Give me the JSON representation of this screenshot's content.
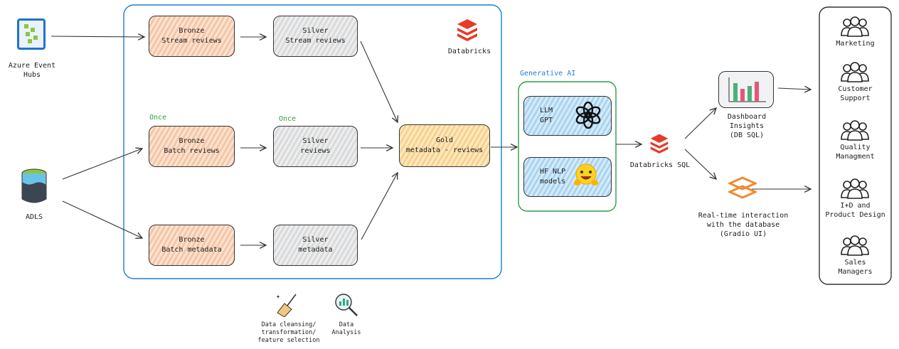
{
  "sources": {
    "event_hubs": "Azure Event Hubs",
    "adls": "ADLS"
  },
  "databricks_label": "Databricks",
  "once_labels": [
    "Once",
    "Once"
  ],
  "bronze": {
    "stream": "Bronze\nStream reviews",
    "batch_reviews": "Bronze\nBatch reviews",
    "batch_metadata": "Bronze\nBatch metadata"
  },
  "silver": {
    "stream": "Silver\nStream reviews",
    "reviews": "Silver\nreviews",
    "metadata": "Silver\nmetadata"
  },
  "gold": "Gold\nmetadata - reviews",
  "generative_ai": {
    "title": "Generative AI",
    "llm": "LLM\nGPT",
    "hf": "HF NLP\nmodels"
  },
  "databricks_sql": "Databricks SQL",
  "dashboard": "Dashboard\nInsights\n(DB SQL)",
  "gradio": "Real-time interaction\nwith the database\n(Gradio UI)",
  "legend": {
    "cleansing": "Data cleansing/\ntransformation/\nfeature selection",
    "analysis": "Data\nAnalysis"
  },
  "consumers": [
    "Marketing",
    "Customer\nSupport",
    "Quality\nManagment",
    "I+D and\nProduct Design",
    "Sales\nManagers"
  ],
  "colors": {
    "bronze": "#f5c6a5",
    "silver": "#d9dadb",
    "gold": "#f8d18a",
    "ai_box": "#a9d4f1",
    "databricks_region": "#1c7ed6",
    "genai_region": "#2f9e44",
    "databricks_logo": "#e8392b",
    "gradio_logo": "#f08a32",
    "event_hubs_logo": "#1f73c7",
    "adls_logo": "#69c3e8"
  }
}
